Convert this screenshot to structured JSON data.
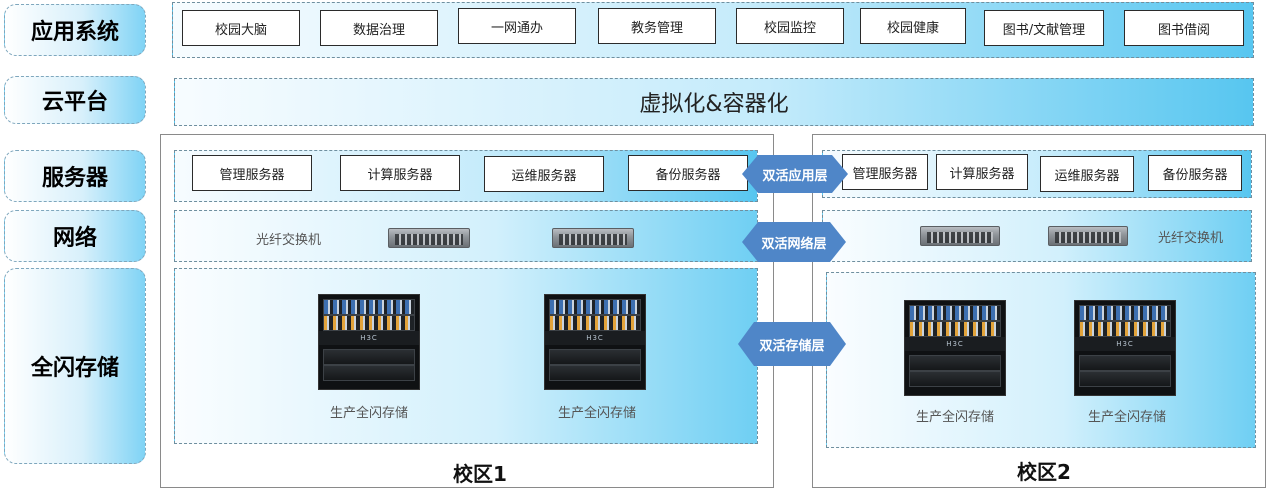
{
  "layers": {
    "apps": "应用系统",
    "cloud": "云平台",
    "servers": "服务器",
    "network": "网络",
    "storage": "全闪存储"
  },
  "apps": [
    "校园大脑",
    "数据治理",
    "一网通办",
    "教务管理",
    "校园监控",
    "校园健康",
    "图书/文献管理",
    "图书借阅"
  ],
  "cloud_text": "虚拟化&容器化",
  "campus1": {
    "label": "校区1",
    "servers": [
      "管理服务器",
      "计算服务器",
      "运维服务器",
      "备份服务器"
    ],
    "switch_label": "光纤交换机",
    "storage": [
      "生产全闪存储",
      "生产全闪存储"
    ]
  },
  "campus2": {
    "label": "校区2",
    "servers": [
      "管理服务器",
      "计算服务器",
      "运维服务器",
      "备份服务器"
    ],
    "switch_label": "光纤交换机",
    "storage": [
      "生产全闪存储",
      "生产全闪存储"
    ]
  },
  "arrows": {
    "app": "双活应用层",
    "network": "双活网络层",
    "storage": "双活存储层"
  },
  "rack_brand": "H3C"
}
